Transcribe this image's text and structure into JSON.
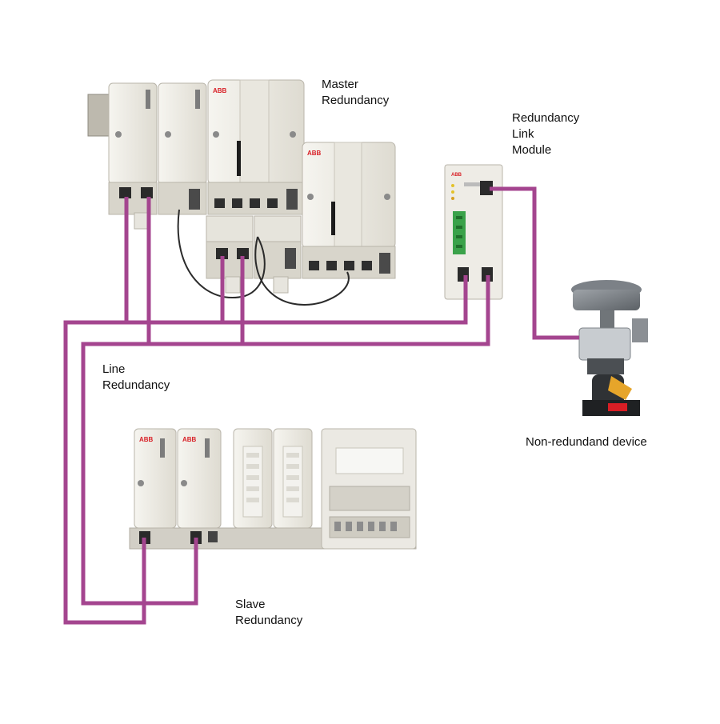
{
  "labels": {
    "master_redundancy": [
      "Master",
      "Redundancy"
    ],
    "redundancy_link_module": [
      "Redundancy",
      "Link",
      "Module"
    ],
    "line_redundancy": [
      "Line",
      "Redundancy"
    ],
    "slave_redundancy": [
      "Slave",
      "Redundancy"
    ],
    "non_redundant_device": "Non-redundand device"
  },
  "module_brand": "ABB",
  "colors": {
    "profibus_cable": "#a4458f",
    "interconnect_cable": "#2b2b2b",
    "module_body": "#eceae2",
    "module_edge": "#c9c6bb",
    "brand_red": "#d81e25",
    "terminal_green": "#3aa24a"
  },
  "icons": [
    "controller-module",
    "communication-interface",
    "redundancy-link-module",
    "io-module",
    "valve-actuator"
  ]
}
